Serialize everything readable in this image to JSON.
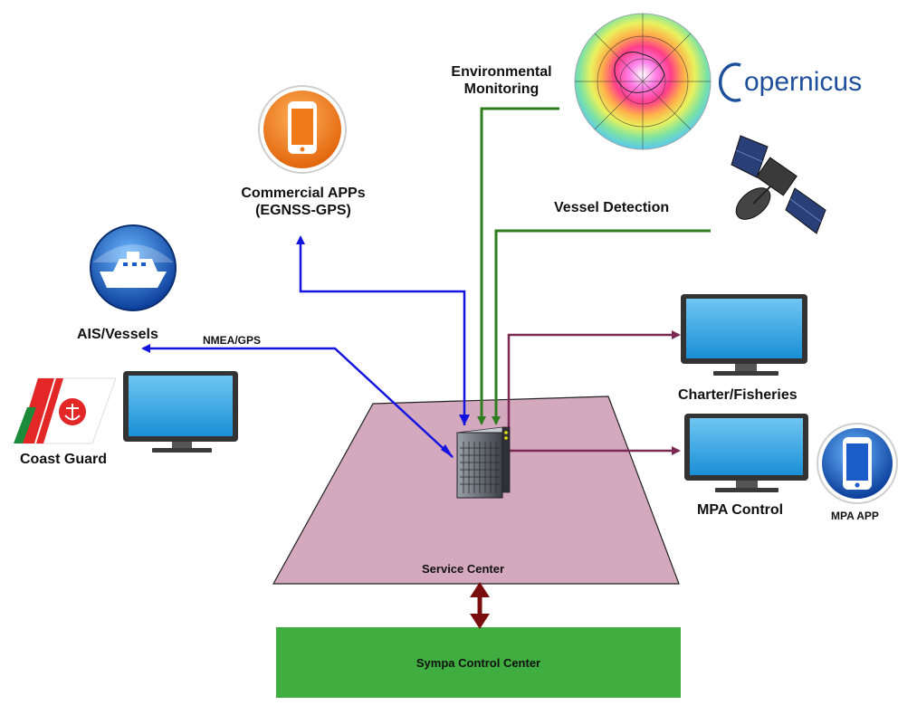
{
  "labels": {
    "environmental_monitoring_line1": "Environmental",
    "environmental_monitoring_line2": "Monitoring",
    "copernicus": "opernicus",
    "commercial_apps_line1": "Commercial APPs",
    "commercial_apps_line2": "(EGNSS-GPS)",
    "vessel_detection": "Vessel Detection",
    "ais_vessels": "AIS/Vessels",
    "nmea_gps": "NMEA/GPS",
    "coast_guard": "Coast Guard",
    "charter_fisheries": "Charter/Fisheries",
    "mpa_control": "MPA Control",
    "mpa_app": "MPA APP",
    "service_center": "Service Center",
    "sympa_control_center": "Sympa Control Center"
  },
  "colors": {
    "blue_link": "#1414e0",
    "green_link": "#2e7d1e",
    "purple_link": "#7a2a55",
    "bidirectional_link": "#7a0e0e",
    "service_area_fill": "#d4a8bd",
    "control_center_fill": "#3fad3f",
    "orange_app": "#f07a18",
    "blue_app": "#1a5cc8"
  },
  "icons": [
    "earth-ozone-map",
    "copernicus-logo",
    "satellite-icon",
    "smartphone-app-icon",
    "ship-icon",
    "coast-guard-flag",
    "monitor-icon",
    "server-icon",
    "mobile-app-icon"
  ]
}
